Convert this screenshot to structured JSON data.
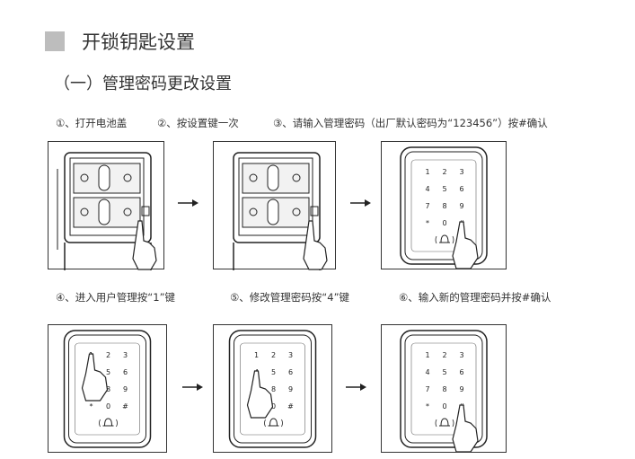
{
  "title": "开锁钥匙设置",
  "subtitle": "（一）管理密码更改设置",
  "steps_row1": {
    "s1": "①、打开电池盖",
    "s2": "②、按设置键一次",
    "s3": "③、请输入管理密码（出厂默认密码为“123456”）按#确认"
  },
  "steps_row2": {
    "s4": "④、进入用户管理按“1”键",
    "s5": "⑤、修改管理密码按“4”键",
    "s6": "⑥、输入新的管理密码并按#确认"
  },
  "keypad": {
    "rows": [
      [
        "1",
        "2",
        "3"
      ],
      [
        "4",
        "5",
        "6"
      ],
      [
        "7",
        "8",
        "9"
      ],
      [
        "*",
        "0",
        "#"
      ]
    ]
  },
  "icons": {
    "arrow": "right-arrow-icon",
    "hand": "pointing-hand-icon",
    "bell": "doorbell-icon"
  }
}
